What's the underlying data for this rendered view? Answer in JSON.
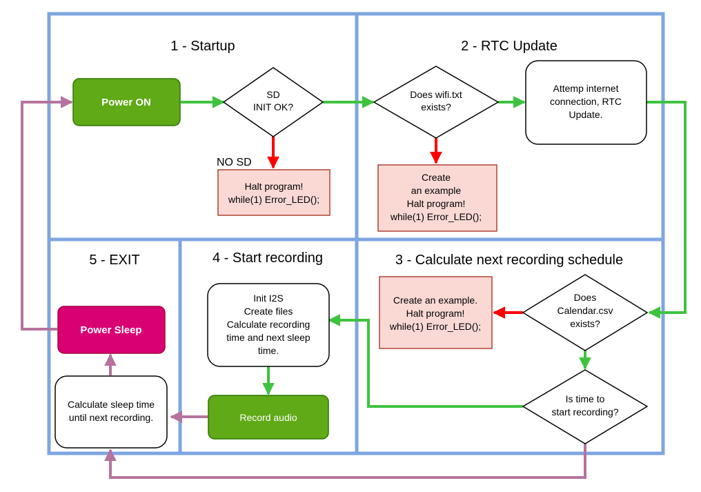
{
  "sections": {
    "startup": "1 - Startup",
    "rtc": "2 - RTC Update",
    "calc": "3 - Calculate next recording schedule",
    "record": "4 - Start recording",
    "exit": "5 - EXIT"
  },
  "nodes": {
    "power_on": "Power ON",
    "sd_init": [
      "SD",
      "INIT OK?"
    ],
    "no_sd_label": "NO SD",
    "halt_sd": [
      "Halt program!",
      "while(1) Error_LED();"
    ],
    "wifi_check": [
      "Does wifi.txt",
      "exists?"
    ],
    "create_wifi_example": [
      "Create",
      "an example",
      "Halt program!",
      "while(1) Error_LED();"
    ],
    "internet_rtc": [
      "Attemp internet",
      "connection, RTC",
      "Update."
    ],
    "calendar_check": [
      "Does",
      "Calendar.csv",
      "exists?"
    ],
    "create_calendar_example": [
      "Create an example.",
      "Halt program!",
      "while(1) Error_LED();"
    ],
    "time_check": [
      "Is time to",
      "start recording?"
    ],
    "init_i2s": [
      "Init I2S",
      "Create files",
      "Calculate recording",
      "time and next sleep",
      "time."
    ],
    "record_audio": "Record audio",
    "calc_sleep": [
      "Calculate sleep time",
      "until next recording."
    ],
    "power_sleep": "Power Sleep"
  },
  "colors": {
    "section_border": "#7ea6e0",
    "green_fill": "#60a917",
    "green_stroke": "#2d7600",
    "green_arrow": "#3fc33f",
    "red_arrow": "#ff0000",
    "purple_arrow": "#b5739d",
    "error_fill": "#fad9d5",
    "error_stroke": "#ae4132",
    "sleep_fill": "#d80073",
    "sleep_stroke": "#a50040"
  }
}
